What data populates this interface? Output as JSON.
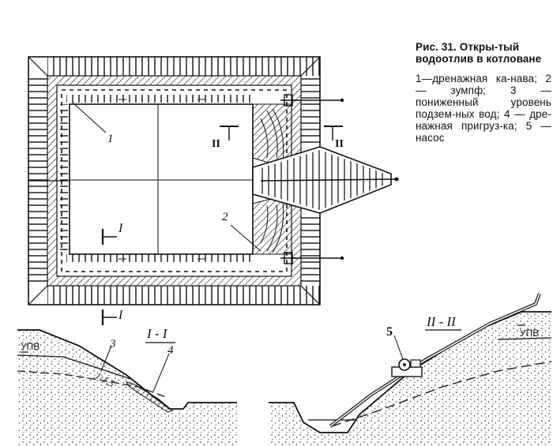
{
  "caption": {
    "title": "Рис. 31. Откры-тый водоотлив в котловане",
    "legend": "1—дренажная ка-нава; 2 — зумпф; 3 — пониженный уровень подзем-ных вод; 4 — дре-нажная пригруз-ка; 5 — насос"
  },
  "plan": {
    "label_1": "1",
    "label_2": "2",
    "section_I_top": "I",
    "section_I_bottom": "I",
    "section_II_left": "II",
    "section_II_right": "II"
  },
  "section_I": {
    "title": "I - I",
    "upv": "УПВ",
    "label_3": "3",
    "slope": "1:1,5",
    "label_4": "4"
  },
  "section_II": {
    "title": "II - II",
    "label_5": "5",
    "upv": "УПВ"
  }
}
